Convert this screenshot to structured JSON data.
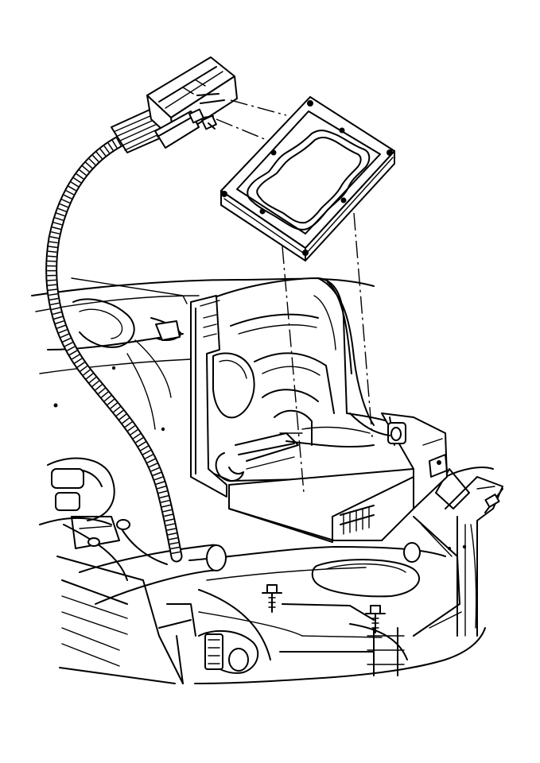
{
  "illustration": {
    "style": "black line art on white",
    "components": [
      "electronic-control-module",
      "module-mounting-bracket",
      "wiring-harness-connector",
      "corrugated-harness-conduit",
      "engine-compartment-structure",
      "mounting-studs"
    ]
  },
  "colors": {
    "background": "#ffffff",
    "ink": "#000000"
  }
}
